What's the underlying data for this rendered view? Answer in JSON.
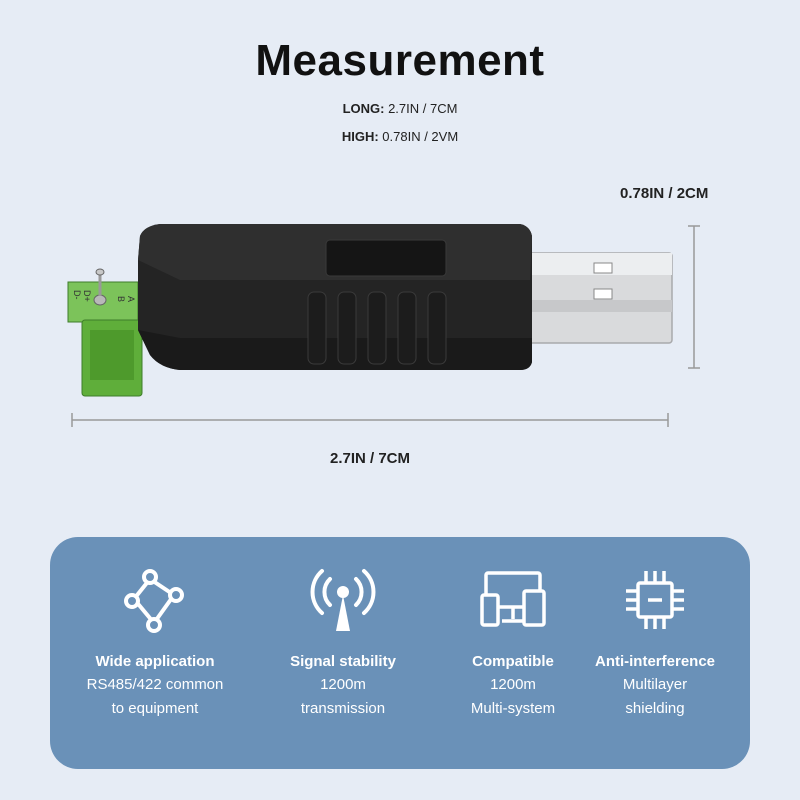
{
  "title": "Measurement",
  "specs": {
    "long_label": "LONG:",
    "long_value": "2.7IN / 7CM",
    "high_label": "HIGH:",
    "high_value": "0.78IN / 2VM"
  },
  "dimensions": {
    "height_label": "0.78IN / 2CM",
    "width_label": "2.7IN / 7CM"
  },
  "terminal_labels": [
    "B",
    "A",
    "D-",
    "D+"
  ],
  "features": [
    {
      "icon": "network-nodes-icon",
      "title": "Wide application",
      "line1": "RS485/422 common",
      "line2": "to equipment"
    },
    {
      "icon": "antenna-signal-icon",
      "title": "Signal stability",
      "line1": "1200m",
      "line2": "transmission"
    },
    {
      "icon": "devices-icon",
      "title": "Compatible",
      "line1": "1200m",
      "line2": "Multi-system"
    },
    {
      "icon": "chip-icon",
      "title": "Anti-interference",
      "line1": "Multilayer",
      "line2": "shielding"
    }
  ],
  "colors": {
    "background": "#e6ecf5",
    "panel": "#6a91b8",
    "device_body": "#2a2a2a",
    "terminal_green": "#4caf50"
  }
}
